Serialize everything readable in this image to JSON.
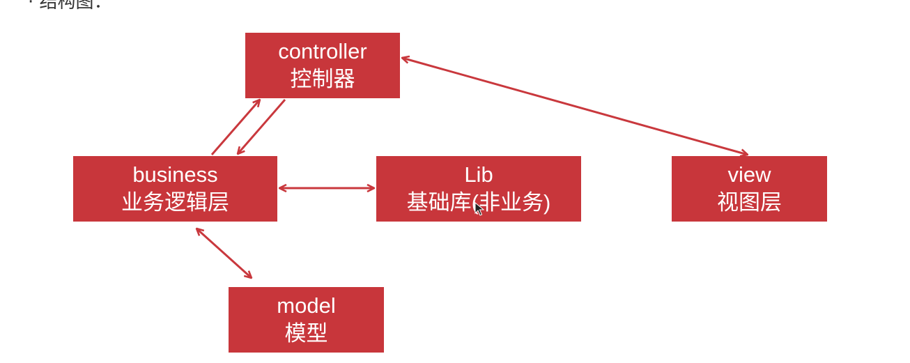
{
  "colors": {
    "box_fill": "#c8363b",
    "box_text": "#ffffff",
    "arrow": "#c9383d",
    "background": "#ffffff"
  },
  "heading_fragment": "· 结构图：",
  "nodes": {
    "controller": {
      "en": "controller",
      "zh": "控制器"
    },
    "business": {
      "en": "business",
      "zh": "业务逻辑层"
    },
    "lib": {
      "en": "Lib",
      "zh": "基础库(非业务)"
    },
    "view": {
      "en": "view",
      "zh": "视图层"
    },
    "model": {
      "en": "model",
      "zh": "模型"
    }
  },
  "edges": [
    {
      "from": "business",
      "to": "controller",
      "direction": "one-way"
    },
    {
      "from": "controller",
      "to": "business",
      "direction": "one-way"
    },
    {
      "from": "controller",
      "to": "view",
      "direction": "two-way"
    },
    {
      "from": "business",
      "to": "lib",
      "direction": "two-way"
    },
    {
      "from": "business",
      "to": "model",
      "direction": "two-way"
    }
  ]
}
